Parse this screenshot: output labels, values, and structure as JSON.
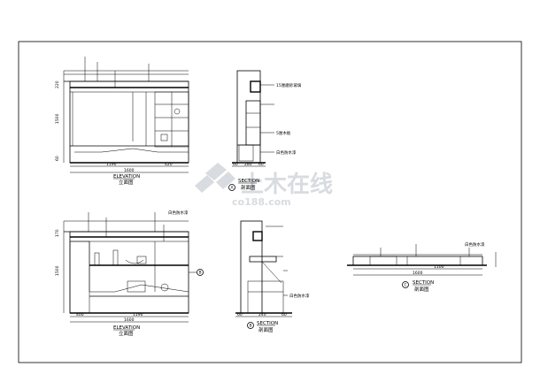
{
  "watermark": {
    "main": "土木在线",
    "sub": "co188.com"
  },
  "views": {
    "top_elevation": {
      "title_en": "ELEVATION",
      "title_cn": "立面图",
      "dims_bottom": [
        "1190",
        "420",
        "1600"
      ],
      "dims_left": [
        "1500",
        "220",
        "60"
      ]
    },
    "top_section": {
      "title_en": "SECTION",
      "title_cn": "剖面图",
      "marker": "A",
      "labels": [
        "白色防水漆",
        "15厘磨砂玻璃",
        "5厘木板"
      ],
      "dims_bottom": [
        "60",
        "280",
        "60"
      ]
    },
    "bottom_elevation": {
      "title_en": "ELEVATION",
      "title_cn": "立面图",
      "marker": "B",
      "labels": [
        "白色防水漆"
      ],
      "dims_bottom": [
        "400",
        "1190",
        "1600"
      ],
      "dims_left": [
        "1500",
        "170"
      ]
    },
    "bottom_section": {
      "title_en": "SECTION",
      "title_cn": "剖面图",
      "marker": "B",
      "labels": [
        "白色防水漆"
      ],
      "dims_bottom": [
        "60",
        "240",
        "60"
      ]
    },
    "right_section": {
      "title_en": "SECTION",
      "title_cn": "剖面图",
      "marker": "C",
      "labels": [
        "白色防水漆"
      ],
      "dims_bottom": [
        "1100",
        "1600"
      ]
    }
  }
}
